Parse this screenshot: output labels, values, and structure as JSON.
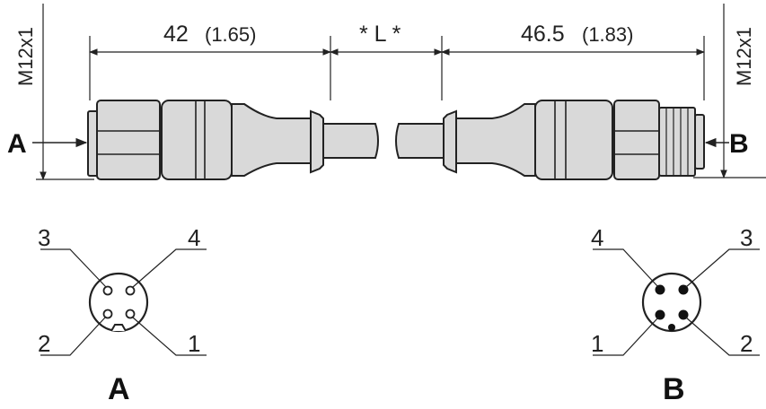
{
  "dimensions": {
    "left_length": "42",
    "left_length_inch": "(1.65)",
    "cable_length": "* L *",
    "right_length": "46.5",
    "right_length_inch": "(1.83)"
  },
  "thread_left": "M12x1",
  "thread_right": "M12x1",
  "side_left": "A",
  "side_right": "B",
  "connector_a": {
    "label": "A",
    "pin_top_left": "3",
    "pin_top_right": "4",
    "pin_bottom_left": "2",
    "pin_bottom_right": "1"
  },
  "connector_b": {
    "label": "B",
    "pin_top_left": "4",
    "pin_top_right": "3",
    "pin_bottom_left": "1",
    "pin_bottom_right": "2"
  }
}
